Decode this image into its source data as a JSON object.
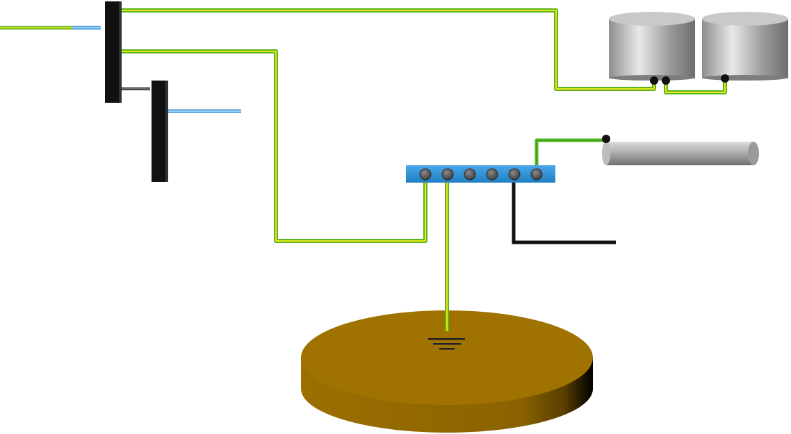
{
  "colors": {
    "background": "#ffffff",
    "ground_wire_green": "#5db31e",
    "ground_wire_yellow": "#e8e81a",
    "neutral_wire_blue": "#2f8fd8",
    "phase_wire_black": "#111111",
    "busbar_blue": "#2d93d6",
    "terminal_grey": "#5d5d5d",
    "panel_black": "#111111",
    "tank_grey": "#a9a9a9",
    "pipe_grey": "#9a9a9a",
    "earth_disc_gold": "#a07300",
    "earth_disc_side": "#8a6200",
    "earth_symbol": "#222222"
  },
  "components": {
    "main_panel": {
      "icon": "distribution-board-icon"
    },
    "sub_panel": {
      "icon": "sub-distribution-board-icon"
    },
    "earth_busbar": {
      "icon": "earthing-busbar-icon",
      "terminal_count": 6
    },
    "tanks": [
      {
        "icon": "metal-tank-icon"
      },
      {
        "icon": "metal-tank-icon"
      }
    ],
    "pipe": {
      "icon": "metal-pipe-icon"
    },
    "earth_electrode": {
      "icon": "earth-ground-icon"
    }
  },
  "wires": {
    "incoming_feed": {
      "icon": "earth-conductor-wire"
    },
    "panel_to_tanks": {
      "icon": "earth-conductor-wire"
    },
    "panel_to_busbar": {
      "icon": "earth-conductor-wire"
    },
    "busbar_to_earth": {
      "icon": "earth-conductor-wire"
    },
    "busbar_to_pipe": {
      "icon": "earth-conductor-wire"
    },
    "busbar_black_lead": {
      "icon": "black-conductor-wire"
    },
    "sub_panel_blue_lead": {
      "icon": "neutral-conductor-wire"
    },
    "panel_link": {
      "icon": "black-conductor-wire"
    }
  }
}
